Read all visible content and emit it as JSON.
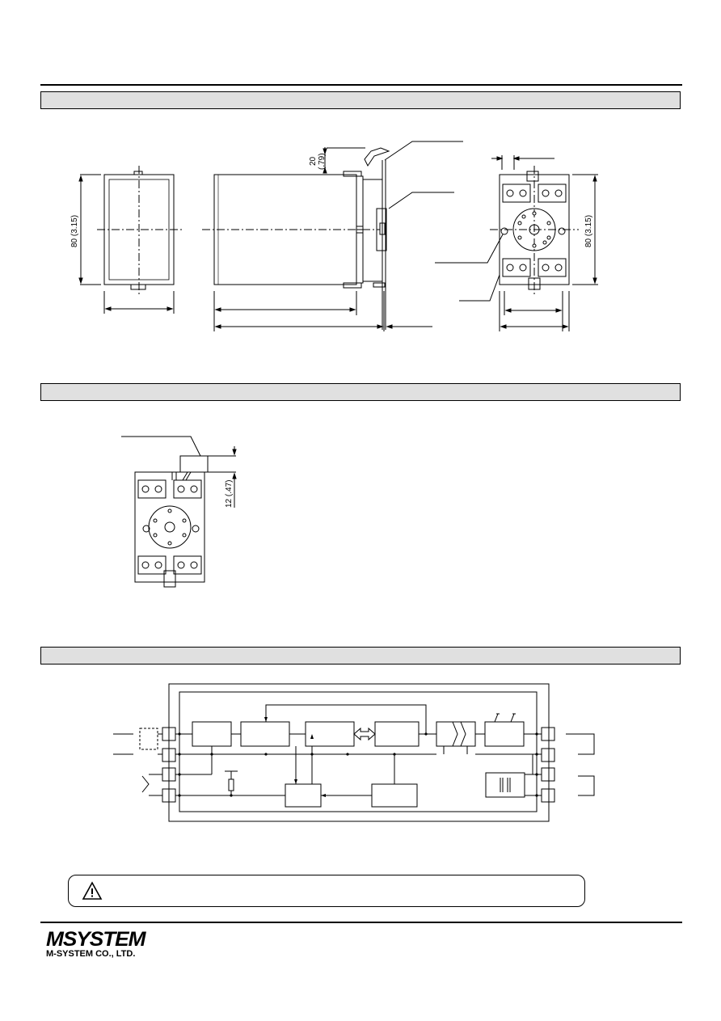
{
  "dimensions": {
    "front_height": "80 (3.15)",
    "side_depth_top": "20",
    "side_depth_top_inch": "(.79)",
    "rear_height": "80 (3.15)",
    "terminal_cover_height": "12 (.47)"
  },
  "logo": {
    "brand": "MSYSTEM",
    "company": "M-SYSTEM CO., LTD."
  },
  "colors": {
    "section_bar": "#e0e0e0",
    "line": "#000000"
  },
  "icons": {
    "warning": "warning-triangle-icon"
  }
}
